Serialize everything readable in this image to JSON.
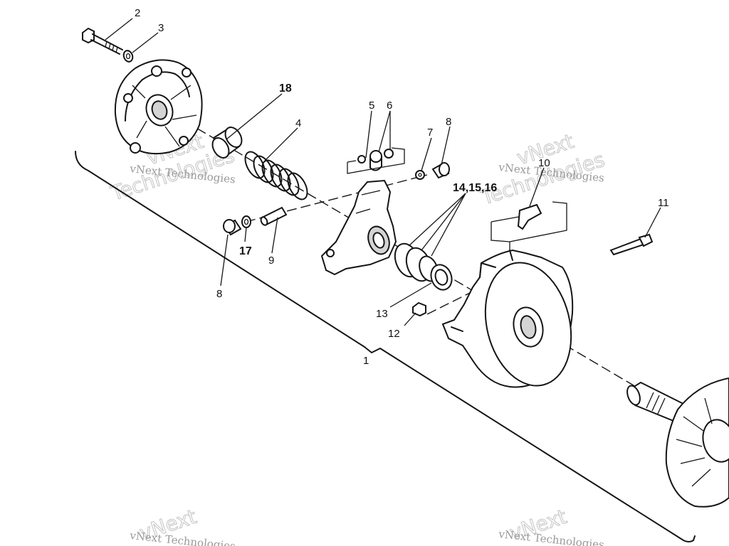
{
  "callouts": {
    "c1": "1",
    "c2": "2",
    "c3": "3",
    "c4": "4",
    "c5": "5",
    "c6": "6",
    "c7": "7",
    "c8a": "8",
    "c8b": "8",
    "c9": "9",
    "c10": "10",
    "c11": "11",
    "c12": "12",
    "c13": "13",
    "c141516": "14,15,16",
    "c17": "17",
    "c18": "18"
  },
  "watermark": {
    "company": "vNext Technologies",
    "word_next": "vNext",
    "word_tech": "Technologies"
  }
}
